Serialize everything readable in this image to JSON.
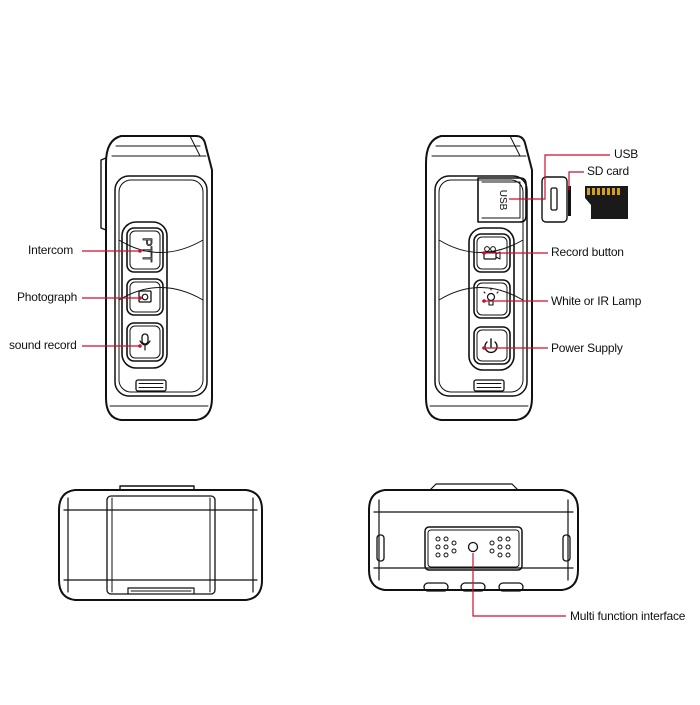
{
  "labels": {
    "intercom": "Intercom",
    "photograph": "Photograph",
    "sound_record": "sound record",
    "usb": "USB",
    "sd_card": "SD card",
    "record_button": "Record button",
    "lamp": "White or IR Lamp",
    "power": "Power Supply",
    "multi_interface": "Multi function interface"
  },
  "device_text": {
    "ptt": "PTT",
    "usb_port": "USB"
  },
  "colors": {
    "leader": "#c8102e",
    "outline": "#111111",
    "sd_card": "#1a1a1a",
    "sd_contacts": "#d4a017"
  }
}
